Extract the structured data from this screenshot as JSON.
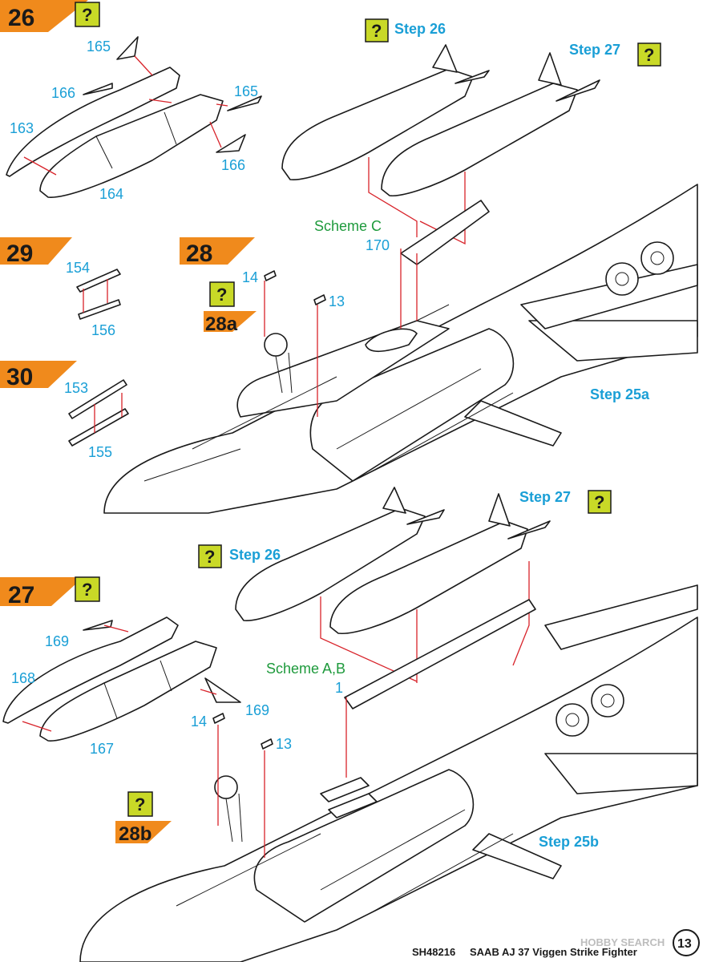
{
  "steps": {
    "s26": "26",
    "s27": "27",
    "s28": "28",
    "s28a": "28a",
    "s28b": "28b",
    "s29": "29",
    "s30": "30"
  },
  "help_glyph": "?",
  "refs": {
    "step_26": "Step 26",
    "step_27": "Step 27",
    "step_25a": "Step 25a",
    "step_25b": "Step 25b"
  },
  "schemes": {
    "c": "Scheme C",
    "ab": "Scheme A,B"
  },
  "parts": {
    "p163": "163",
    "p164": "164",
    "p165a": "165",
    "p165b": "165",
    "p166a": "166",
    "p166b": "166",
    "p154": "154",
    "p156": "156",
    "p153": "153",
    "p155": "155",
    "p14a": "14",
    "p13a": "13",
    "p170": "170",
    "p169a": "169",
    "p169b": "169",
    "p168": "168",
    "p167": "167",
    "p14b": "14",
    "p13b": "13",
    "p1": "1"
  },
  "footer": {
    "code": "SH48216",
    "title": "SAAB AJ 37 Viggen  Strike Fighter",
    "page": "13",
    "watermark": "HOBBY SEARCH"
  },
  "colors": {
    "step_ref": "#1a9fd6",
    "scheme": "#1e9a3c",
    "badge": "#f08a1c",
    "help": "#c9d927",
    "arrow": "#d8232a"
  }
}
